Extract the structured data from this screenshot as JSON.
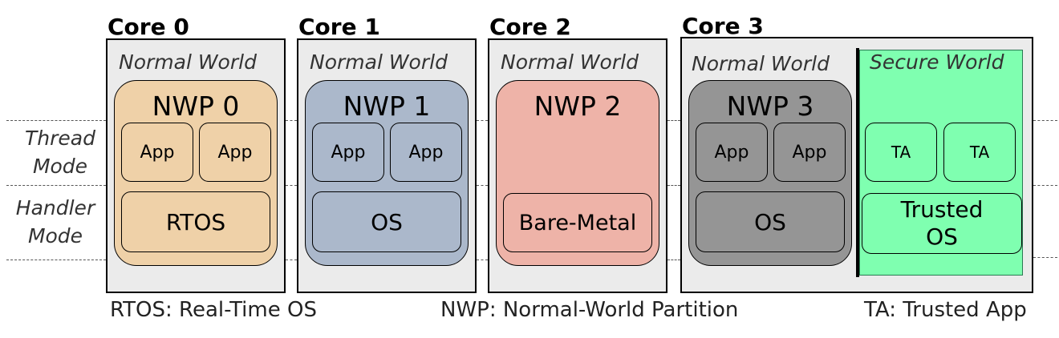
{
  "modes": {
    "thread": "Thread Mode",
    "handler": "Handler Mode"
  },
  "cores": [
    {
      "title": "Core 0",
      "world": "Normal World",
      "partition": "NWP 0",
      "apps": [
        "App",
        "App"
      ],
      "os": "RTOS"
    },
    {
      "title": "Core 1",
      "world": "Normal World",
      "partition": "NWP 1",
      "apps": [
        "App",
        "App"
      ],
      "os": "OS"
    },
    {
      "title": "Core 2",
      "world": "Normal World",
      "partition": "NWP 2",
      "apps": [],
      "os": "Bare-Metal"
    },
    {
      "title": "Core 3",
      "world": "Normal World",
      "partition": "NWP 3",
      "apps": [
        "App",
        "App"
      ],
      "os": "OS"
    }
  ],
  "secure": {
    "world": "Secure World",
    "apps": [
      "TA",
      "TA"
    ],
    "os": "Trusted OS"
  },
  "legend": {
    "rtos": "RTOS: Real-Time OS",
    "nwp": "NWP: Normal-World Partition",
    "ta": "TA: Trusted App"
  },
  "colors": {
    "core0": "#efd1a8",
    "core1": "#abb8cb",
    "core2": "#eeb3a8",
    "core3": "#959595",
    "secure": "#7fffb0",
    "core_background": "#ebebeb"
  }
}
